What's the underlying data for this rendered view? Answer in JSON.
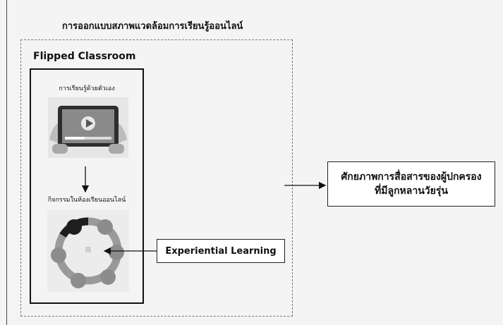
{
  "diagram": {
    "title": "การออกแบบสภาพแวดล้อมการเรียนรู้ออนไลน์",
    "flipped_classroom": {
      "title": "Flipped Classroom",
      "step1_label": "การเรียนรู้ด้วยตัวเอง",
      "step1_icon": "video-tablet-icon",
      "step2_label": "กิจกรรมในห้องเรียนออนไลน์",
      "step2_icon": "collaboration-cycle-icon"
    },
    "experiential_learning": "Experiential Learning",
    "outcome": {
      "line1": "ศักยภาพการสื่อสารของผู้ปกครอง",
      "line2": "ที่มีลูกหลานวัยรุ่น"
    }
  }
}
